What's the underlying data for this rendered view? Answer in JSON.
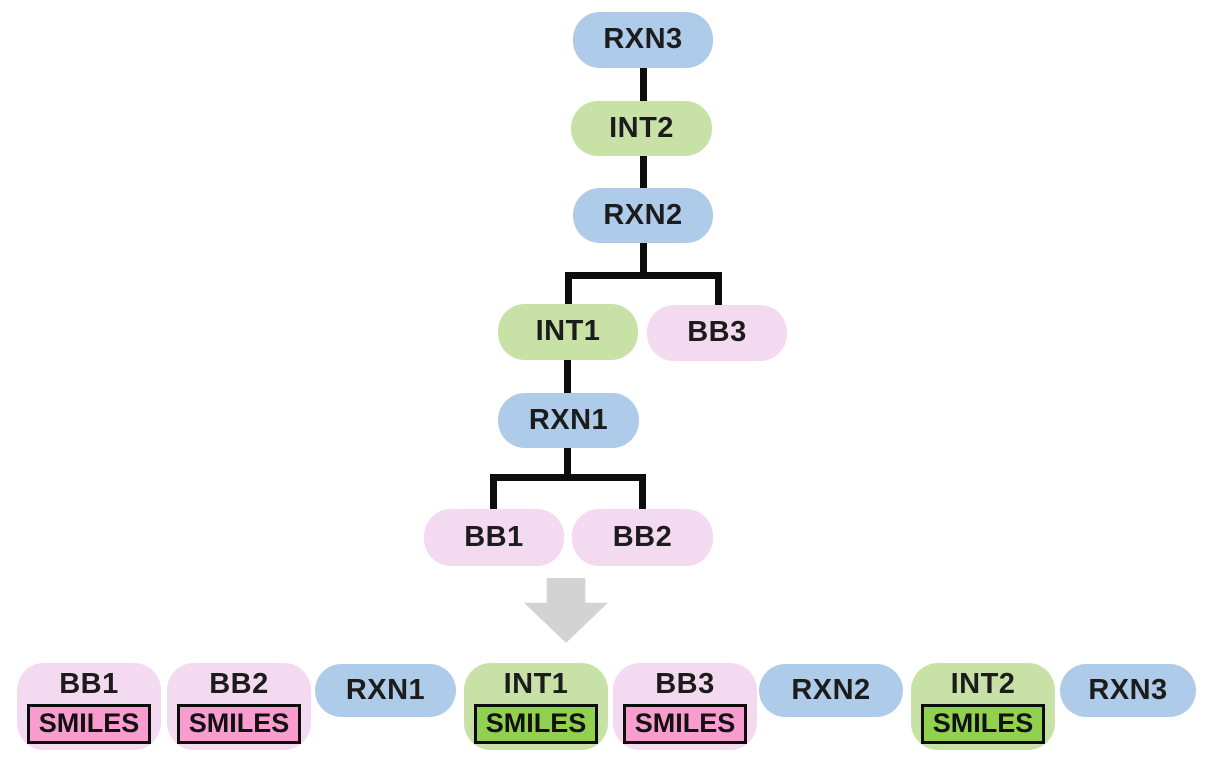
{
  "palette": {
    "reaction_blue": "#aecbe9",
    "intermediate_green": "#c7e1a7",
    "building_block_pink": "#f4daf1",
    "smiles_badge_pink": "#f99dd1",
    "smiles_badge_green": "#92d050",
    "connector_black": "#0d0d0d",
    "arrow_gray": "#d3d3d3",
    "background": "#ffffff"
  },
  "icons": {
    "down_arrow": "down-block-arrow"
  },
  "tree": {
    "rxn3": {
      "label": "RXN3",
      "type": "reaction"
    },
    "int2": {
      "label": "INT2",
      "type": "intermediate"
    },
    "rxn2": {
      "label": "RXN2",
      "type": "reaction"
    },
    "int1": {
      "label": "INT1",
      "type": "intermediate"
    },
    "bb3": {
      "label": "BB3",
      "type": "building-block"
    },
    "rxn1": {
      "label": "RXN1",
      "type": "reaction"
    },
    "bb1": {
      "label": "BB1",
      "type": "building-block"
    },
    "bb2": {
      "label": "BB2",
      "type": "building-block"
    }
  },
  "bottom": {
    "items": [
      {
        "label": "BB1",
        "badge": "SMILES",
        "type": "building-block"
      },
      {
        "label": "BB2",
        "badge": "SMILES",
        "type": "building-block"
      },
      {
        "label": "RXN1",
        "type": "reaction"
      },
      {
        "label": "INT1",
        "badge": "SMILES",
        "type": "intermediate"
      },
      {
        "label": "BB3",
        "badge": "SMILES",
        "type": "building-block"
      },
      {
        "label": "RXN2",
        "type": "reaction"
      },
      {
        "label": "INT2",
        "badge": "SMILES",
        "type": "intermediate"
      },
      {
        "label": "RXN3",
        "type": "reaction"
      }
    ]
  }
}
